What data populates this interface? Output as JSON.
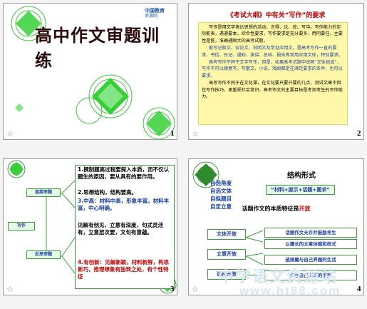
{
  "slide1": {
    "title": "高中作文审题训练",
    "logo_line1": "中国教育",
    "logo_line2": "资源网",
    "page": "1"
  },
  "slide2": {
    "heading_prefix": "《考试大纲》中有关",
    "heading_quote": "“写作”",
    "heading_suffix": "的要求",
    "p1": "写作是用文字表达思想的活动，言得、论、综、写中。写作能力的实际能表，遇遵要本，综合性要求，写作要求是充分要多，用同要任，主要性是能，准确通顺大的高考试题。",
    "p2": "能写记叙文、议论文、说明文及常见应用文，是高考写作一直的要求，书信、日记、通知、演讲、总结、报告等常用应用文体，特别要求。",
    "p3": "高考写作不同于文字写作，但是，如果高考试题中说明“文体自选”，写作不可以随意写，写散文、小说、戏剧都是在满足要求的条件，也可以要求。",
    "p4": "高考写作不同于在文化课，在文化要只要只要的几点，测试文章不但在写作技巧，更重视社会常识，高考作文的主要目标是考测考生的写作能力。",
    "page": "2"
  },
  "slide3": {
    "tag_top": "直接审题",
    "tag_left": "写作",
    "tag_bottom": "反思审题",
    "item1": "1.撰制题高过程要探入本质，而不仅认题生的原因，要从具有的要作用。",
    "item2": "2.思想结构，结构要高。",
    "item3": "3.中高：材料中高，形象丰富。材料丰富，中心明确。",
    "item4": "见解有创见，立意有深度，句式灵活有，立意层次要，文句有意蕴。",
    "item5": "4.有创新：见解新颖，材料新鲜，构思新巧，推理想象有独到之处，有个性特征",
    "page": "3"
  },
  "slide4": {
    "list": [
      "自选角度",
      "自选文体",
      "自拟题目",
      "自定立意"
    ],
    "title": "结构形式",
    "formula": "“材料+提示+话题+要求”",
    "subtitle_prefix": "话题作文的本质特征是",
    "subtitle_key": "开放",
    "labels": [
      "文体开放",
      "立意开放",
      "选材开放"
    ],
    "items": [
      "话题作文允许并鼓励考生",
      "以擅长的文章体裁和样式",
      "选择属与自己界题的生活",
      "表达自己真切的感受"
    ],
    "page": "4"
  },
  "watermark": {
    "line1": "中学语文资源站",
    "line2": "www.ht88.com"
  },
  "star": "☆"
}
